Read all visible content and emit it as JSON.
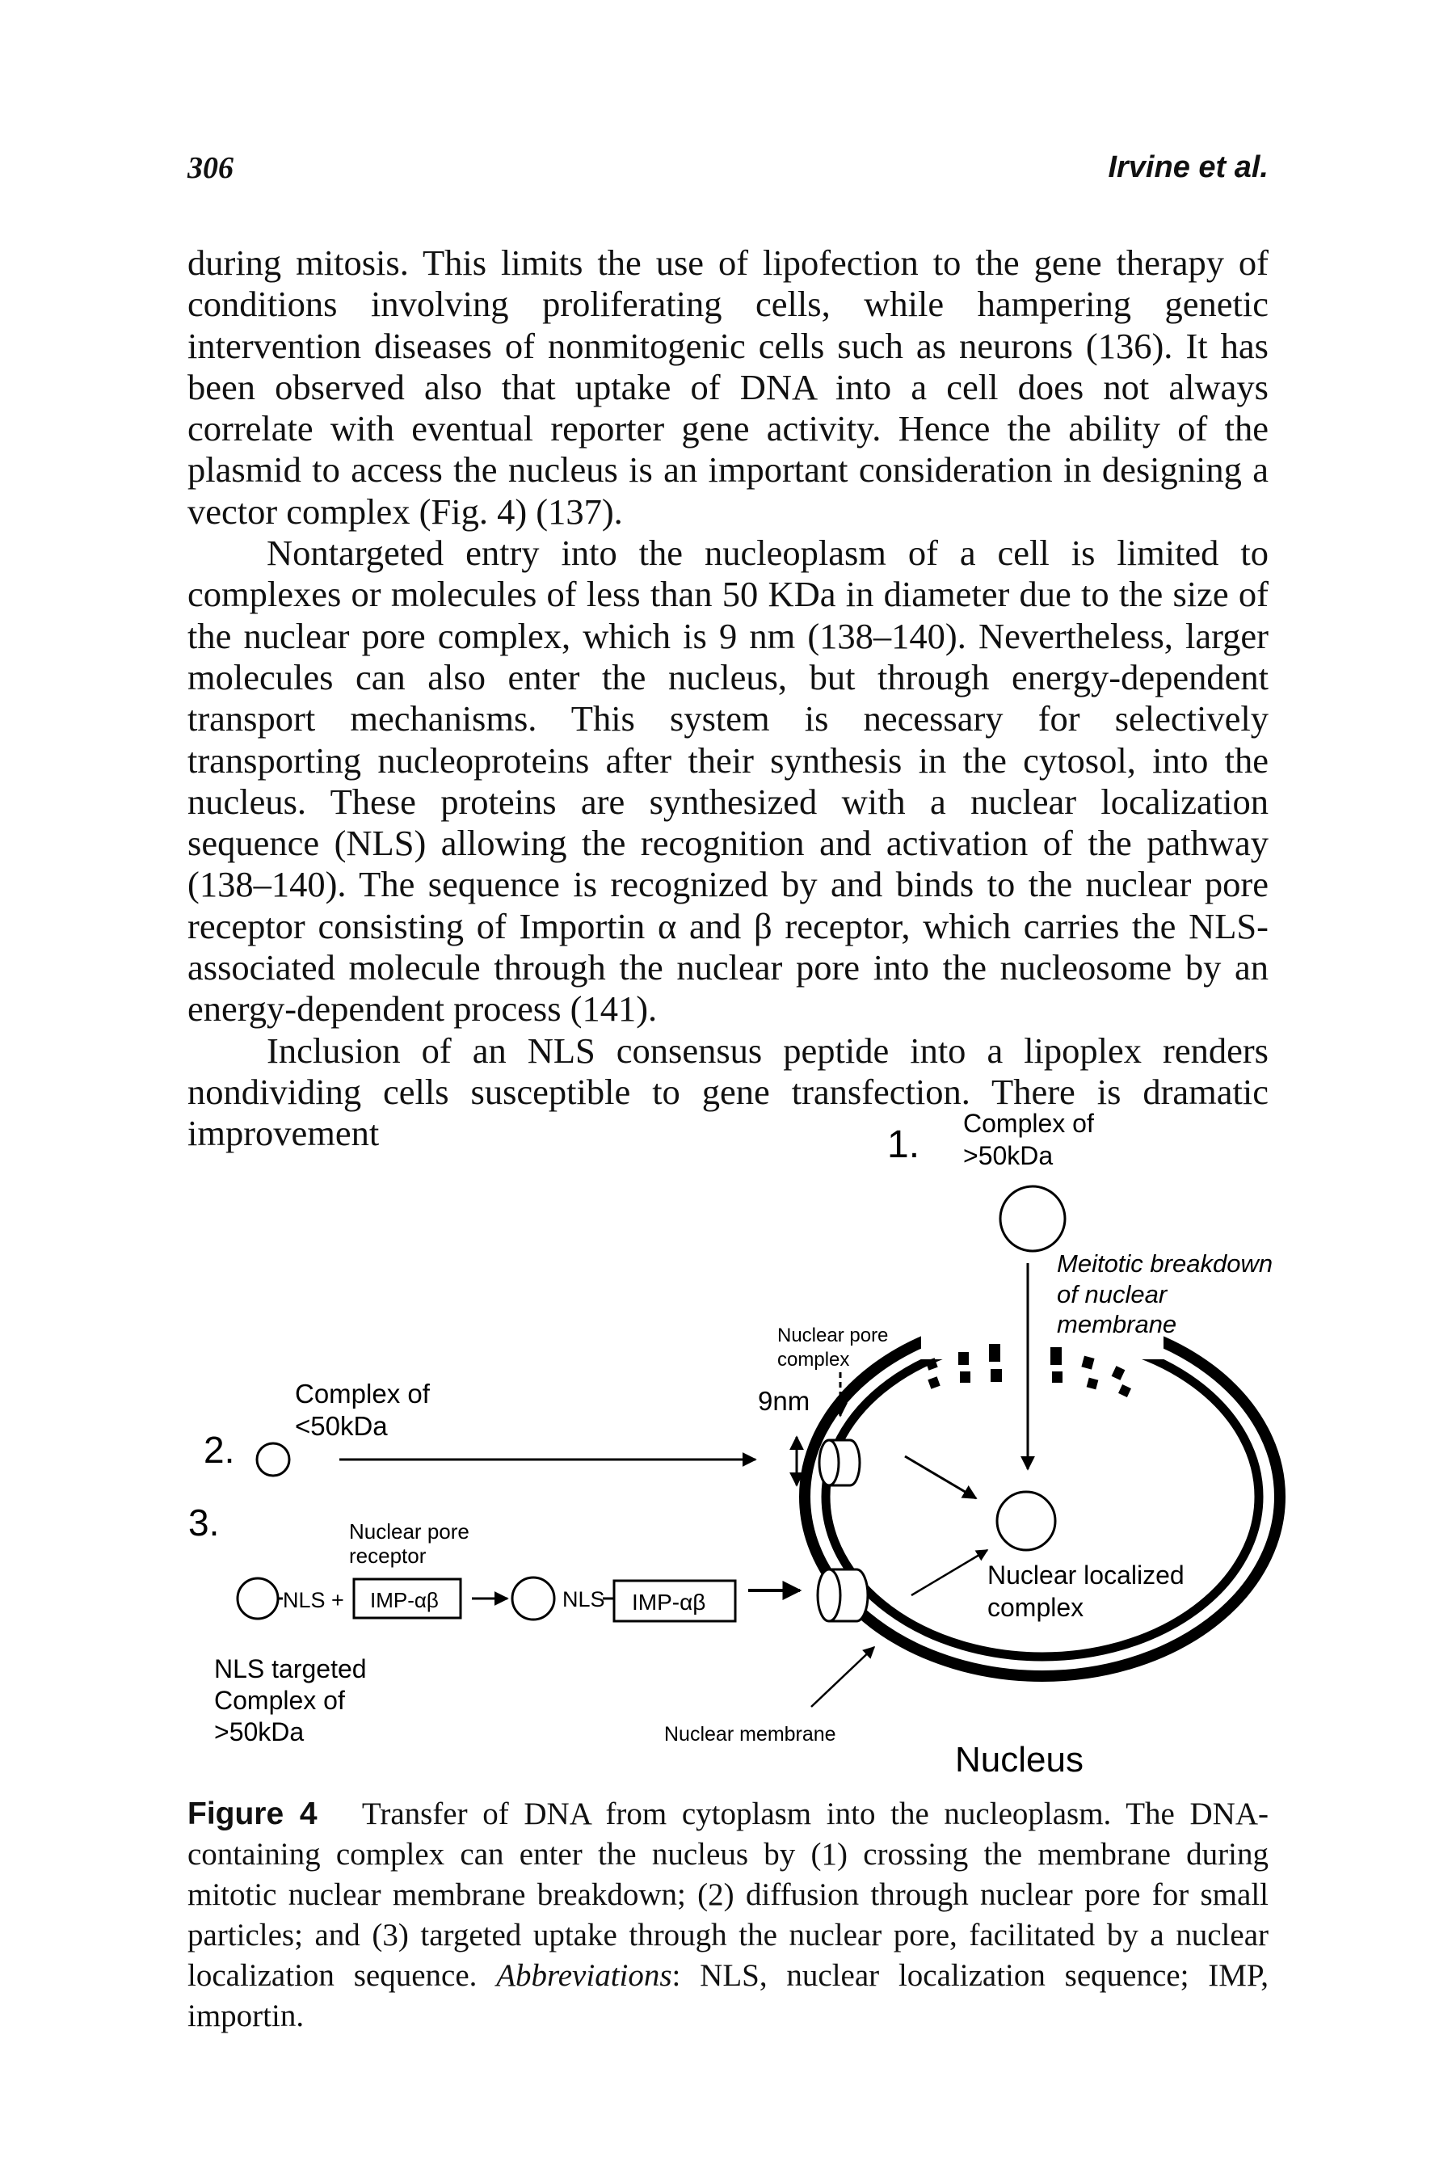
{
  "header": {
    "page_number": "306",
    "author": "Irvine et al."
  },
  "body": {
    "paragraphs": [
      "during mitosis. This limits the use of lipofection to the gene therapy of conditions involving proliferating cells, while hampering genetic intervention diseases of nonmitogenic cells such as neurons (136). It has been observed also that uptake of DNA into a cell does not always correlate with eventual reporter gene activity. Hence the ability of the plasmid to access the nucleus is an important consideration in designing a vector complex (Fig. 4) (137).",
      "Nontargeted entry into the nucleoplasm of a cell is limited to complexes or molecules of less than 50 KDa in diameter due to the size of the nuclear pore complex, which is 9 nm (138–140). Nevertheless, larger molecules can also enter the nucleus, but through energy-dependent transport mechanisms. This system is necessary for selectively transporting nucleoproteins after their synthesis in the cytosol, into the nucleus. These proteins are synthesized with a nuclear localization sequence (NLS) allowing the recognition and activation of the pathway (138–140). The sequence is recognized by and binds to the nuclear pore receptor consisting of Importin α and β receptor, which carries the NLS-associated molecule through the nuclear pore into the nucleosome by an energy-dependent process (141).",
      "Inclusion of an NLS consensus peptide into a lipoplex renders nondividing cells susceptible to gene transfection. There is dramatic improvement"
    ]
  },
  "figure": {
    "route1": {
      "number": "1.",
      "label_line1": "Complex of",
      "label_line2": ">50kDa",
      "note_line1": "Meitotic breakdown",
      "note_line2": "of nuclear",
      "note_line3": "membrane"
    },
    "route2": {
      "number": "2.",
      "label_line1": "Complex of",
      "label_line2": "<50kDa"
    },
    "route3": {
      "number": "3.",
      "receptor_line1": "Nuclear pore",
      "receptor_line2": "receptor",
      "nls_plus": "NLS +",
      "imp_box": "IMP-αβ",
      "nls_bound": "NLS",
      "targeted_line1": "NLS targeted",
      "targeted_line2": "Complex of",
      "targeted_line3": ">50kDa"
    },
    "pore_label_line1": "Nuclear pore",
    "pore_label_line2": "complex",
    "pore_size": "9nm",
    "localized_line1": "Nuclear localized",
    "localized_line2": "complex",
    "membrane_label": "Nuclear membrane",
    "nucleus_label": "Nucleus"
  },
  "caption": {
    "label": "Figure 4",
    "text": "Transfer of DNA from cytoplasm into the nucleoplasm. The DNA-containing complex can enter the nucleus by (1) crossing the membrane during mitotic nuclear membrane breakdown; (2) diffusion through nuclear pore for small particles; and (3) targeted uptake through the nuclear pore, facilitated by a nuclear localization sequence.",
    "abbr_label": "Abbreviations",
    "abbr_text": ": NLS, nuclear localization sequence; IMP, importin."
  }
}
